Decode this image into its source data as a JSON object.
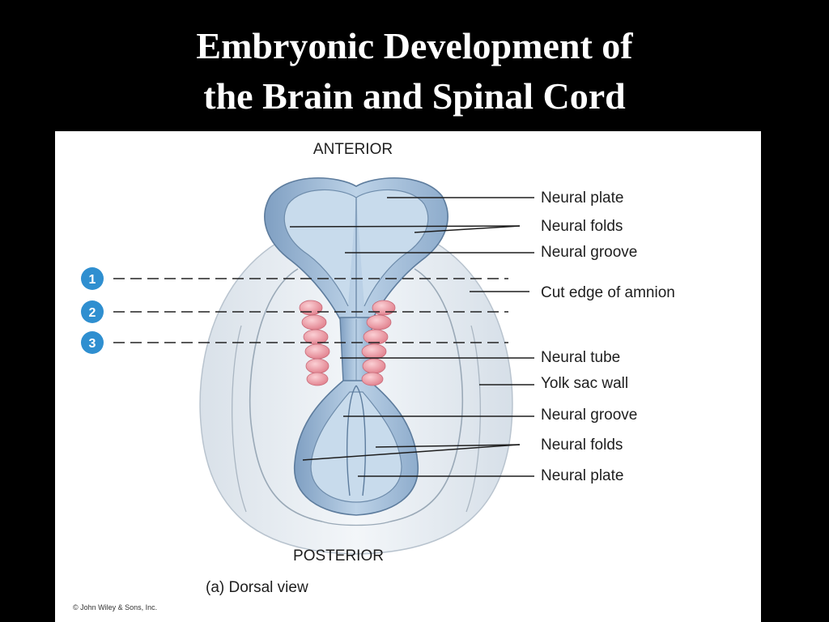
{
  "slide": {
    "title_line1": "Embryonic Development of",
    "title_line2": "the Brain and Spinal Cord"
  },
  "figure": {
    "orientation_top": "ANTERIOR",
    "orientation_bottom": "POSTERIOR",
    "caption": "(a) Dorsal view",
    "copyright": "© John Wiley & Sons, Inc.",
    "labels": [
      "Neural plate",
      "Neural folds",
      "Neural groove",
      "Cut edge of amnion",
      "Neural tube",
      "Yolk sac wall",
      "Neural groove",
      "Neural folds",
      "Neural plate"
    ],
    "section_markers": [
      "1",
      "2",
      "3"
    ]
  },
  "colors": {
    "background": "#000000",
    "title_text": "#ffffff",
    "panel": "#ffffff",
    "neural_tissue": "#a9c4df",
    "somites": "#e8909a",
    "markers": "#2f8fd0"
  }
}
